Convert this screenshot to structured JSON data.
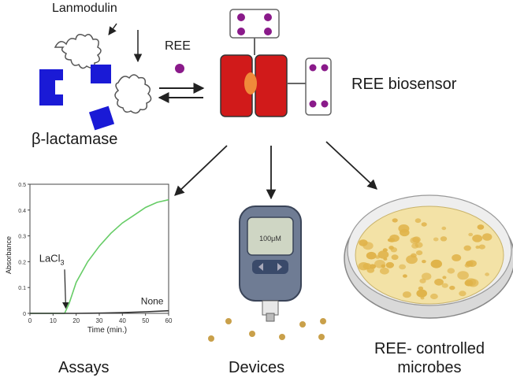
{
  "labels": {
    "lanmodulin": "Lanmodulin",
    "ree": "REE",
    "ree_biosensor": "REE biosensor",
    "beta_lactamase": "β-lactamase",
    "assays": "Assays",
    "devices": "Devices",
    "controlled_microbes_line1": "REE- controlled",
    "controlled_microbes_line2": "microbes",
    "meter_display": "100μM"
  },
  "chart_data": {
    "type": "line",
    "xlabel": "Time (min.)",
    "ylabel": "Absorbance",
    "xlim": [
      0,
      60
    ],
    "ylim": [
      0,
      0.5
    ],
    "xticks": [
      0,
      10,
      20,
      30,
      40,
      50,
      60
    ],
    "yticks": [
      0,
      0.1,
      0.2,
      0.3,
      0.4,
      0.5
    ],
    "annotation_lacl3": "LaCl",
    "annotation_lacl3_sub": "3",
    "series": [
      {
        "name": "LaCl3",
        "color": "#66cc66",
        "x": [
          0,
          15,
          17,
          20,
          25,
          30,
          35,
          40,
          45,
          50,
          55,
          60
        ],
        "y": [
          0,
          0,
          0.04,
          0.12,
          0.2,
          0.26,
          0.31,
          0.35,
          0.38,
          0.41,
          0.43,
          0.44
        ]
      },
      {
        "name": "None",
        "color": "#333333",
        "x": [
          0,
          10,
          20,
          30,
          40,
          50,
          60
        ],
        "y": [
          0,
          0,
          0,
          0.001,
          0.003,
          0.006,
          0.01
        ]
      }
    ],
    "grid": false
  },
  "colors": {
    "blue": "#1a1ad6",
    "red": "#d11a1a",
    "orange": "#f08a3a",
    "purple": "#8a1a8a",
    "dish_fill": "#f3e2a6",
    "colony": "#e0b34a",
    "dot": "#c9a04a"
  }
}
